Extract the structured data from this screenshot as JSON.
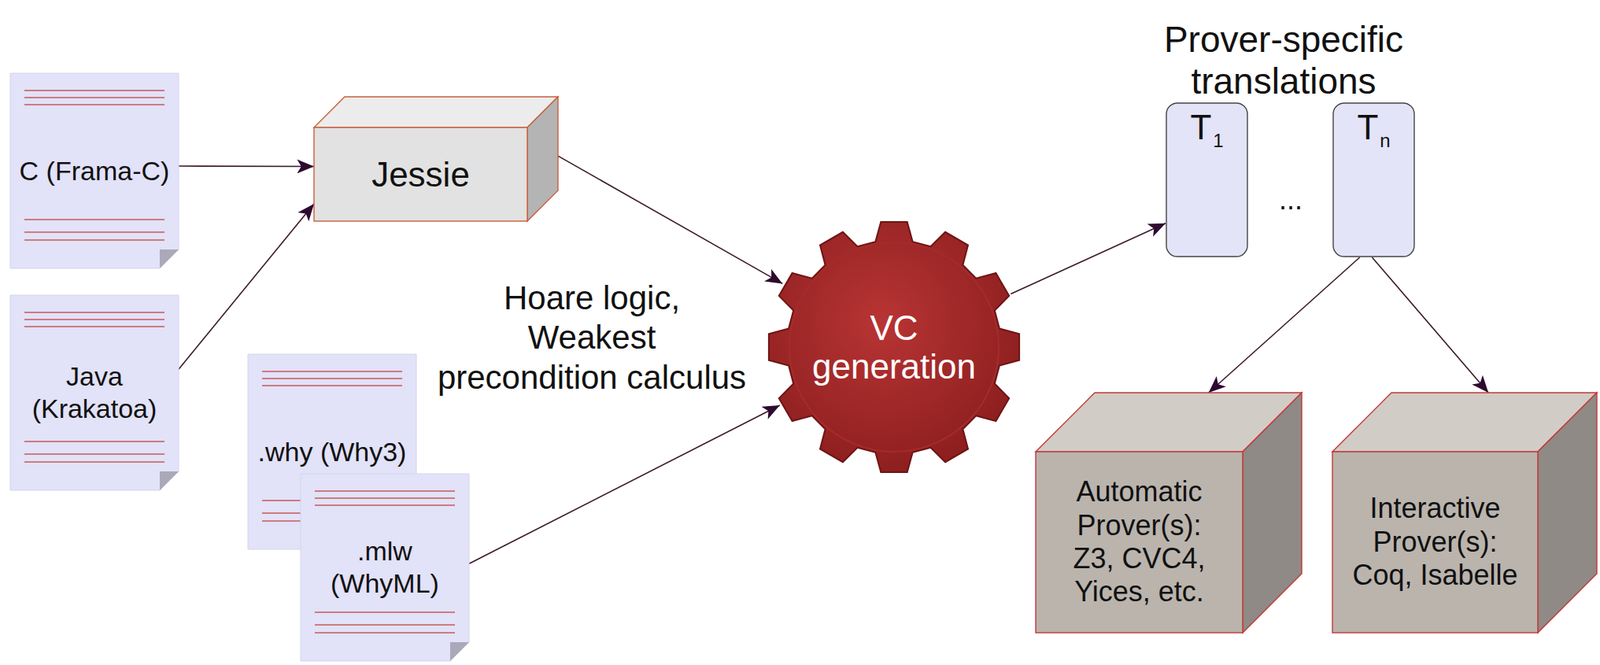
{
  "diagram": {
    "nodes": [
      {
        "text": [
          "C (Frama-C)"
        ]
      },
      {
        "text": [
          "Java (Krakatoa)"
        ]
      },
      {
        "text": [
          "Jessie"
        ]
      },
      {
        "text": [
          ".why (Why3)"
        ]
      },
      {
        "text": [
          ".mlw (WhyML)"
        ]
      },
      {
        "text": [
          "VC generation"
        ]
      },
      {
        "text": [
          "T",
          "1"
        ]
      },
      {
        "text": [
          "T",
          "n"
        ]
      },
      {
        "text": [
          "Automatic Prover(s): Z3, CVC4, Yices, etc."
        ]
      },
      {
        "text": [
          "Interactive Prover(s): Coq, Isabelle"
        ]
      }
    ],
    "edges": [
      {
        "from": 0,
        "to": 2,
        "arrow": "to"
      },
      {
        "from": 1,
        "to": 2,
        "arrow": "to"
      },
      {
        "from": 2,
        "to": 5,
        "arrow": "to"
      },
      {
        "from": 4,
        "to": 5,
        "arrow": "to"
      },
      {
        "from": 5,
        "to": 6,
        "arrow": "to"
      },
      {
        "from": 7,
        "to": 8,
        "arrow": "to"
      },
      {
        "from": 7,
        "to": 9,
        "arrow": "to"
      }
    ],
    "labels": [
      "Prover-specific translations",
      "Hoare logic, Weakest precondition calculus",
      "..."
    ]
  }
}
